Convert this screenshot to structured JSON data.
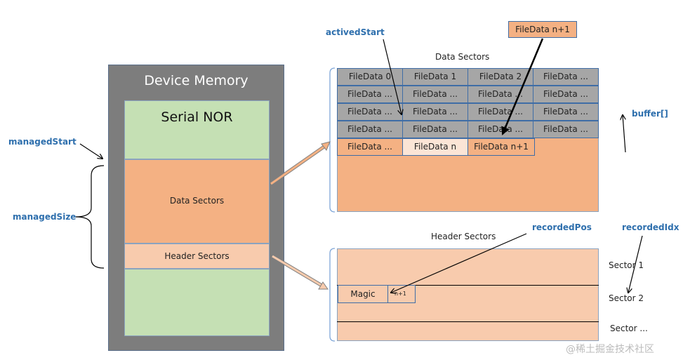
{
  "device_memory": {
    "title": "Device Memory",
    "serial_nor": "Serial NOR",
    "data_sectors": "Data Sectors",
    "header_sectors": "Header Sectors"
  },
  "labels": {
    "managed_start": "managedStart",
    "managed_size": "managedSize",
    "actived_start": "activedStart",
    "buffer": "buffer[]",
    "recorded_pos": "recordedPos",
    "recorded_idx": "recordedIdx",
    "data_sectors_title": "Data Sectors",
    "header_sectors_title": "Header Sectors"
  },
  "filedata_callout": "FileData n+1",
  "data_grid": {
    "rows": [
      [
        "FileData 0",
        "FileData 1",
        "FileData 2",
        "FileData ..."
      ],
      [
        "FileData ...",
        "FileData ...",
        "FileData ...",
        "FileData ..."
      ],
      [
        "FileData ...",
        "FileData ...",
        "FileData ...",
        "FileData ..."
      ],
      [
        "FileData ...",
        "FileData ...",
        "FileData ...",
        "FileData ..."
      ]
    ],
    "last_row": [
      "FileData ...",
      "FileData n",
      "FileData n+1"
    ]
  },
  "header": {
    "magic": "Magic",
    "n_plus_1": "n+1",
    "sector_labels": [
      "Sector 1",
      "Sector 2",
      "Sector ..."
    ]
  },
  "watermark": "@稀土掘金技术社区",
  "colors": {
    "device_bg": "#7d7d7d",
    "serial_nor": "#c5e0b4",
    "data_sectors": "#f4b183",
    "header_sectors": "#f8cbad",
    "highlight_cell": "#fbe5d6",
    "grid_cell": "#a6a6a6",
    "label_blue": "#2e6fad"
  }
}
